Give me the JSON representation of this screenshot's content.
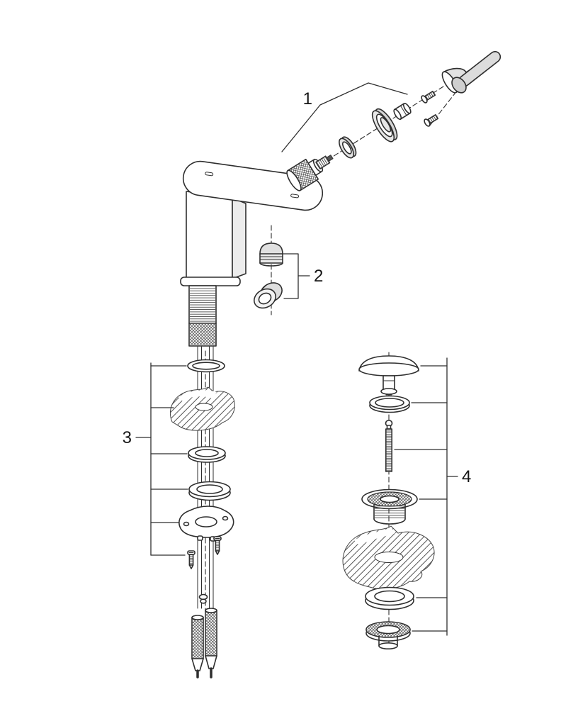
{
  "diagram": {
    "type": "exploded-parts-diagram",
    "description": "single-lever basin mixer faucet with pop-up waste, spare parts view",
    "background_color": "#ffffff",
    "line_color": "#2e2e2e",
    "callouts": {
      "c1": {
        "label": "1",
        "group": "handle-assembly",
        "parts": [
          "lever-handle",
          "handle-cap",
          "fixing-screw",
          "fixing-screw",
          "adapter-nut",
          "cap-ring",
          "seal-ring",
          "cartridge"
        ]
      },
      "c2": {
        "label": "2",
        "group": "spout-outlet",
        "parts": [
          "mousseur-aerator",
          "spout-insert"
        ]
      },
      "c3": {
        "label": "3",
        "group": "mounting-set",
        "parts": [
          "o-ring",
          "deck-section",
          "washer",
          "base-washer",
          "mounting-bracket",
          "fixing-screw",
          "fixing-screw",
          "supply-hoses"
        ]
      },
      "c4": {
        "label": "4",
        "group": "pop-up-waste",
        "parts": [
          "plug-cap",
          "seal-ring",
          "pull-rod",
          "drain-flange",
          "basin-section",
          "rubber-gasket",
          "drain-body"
        ]
      }
    }
  }
}
